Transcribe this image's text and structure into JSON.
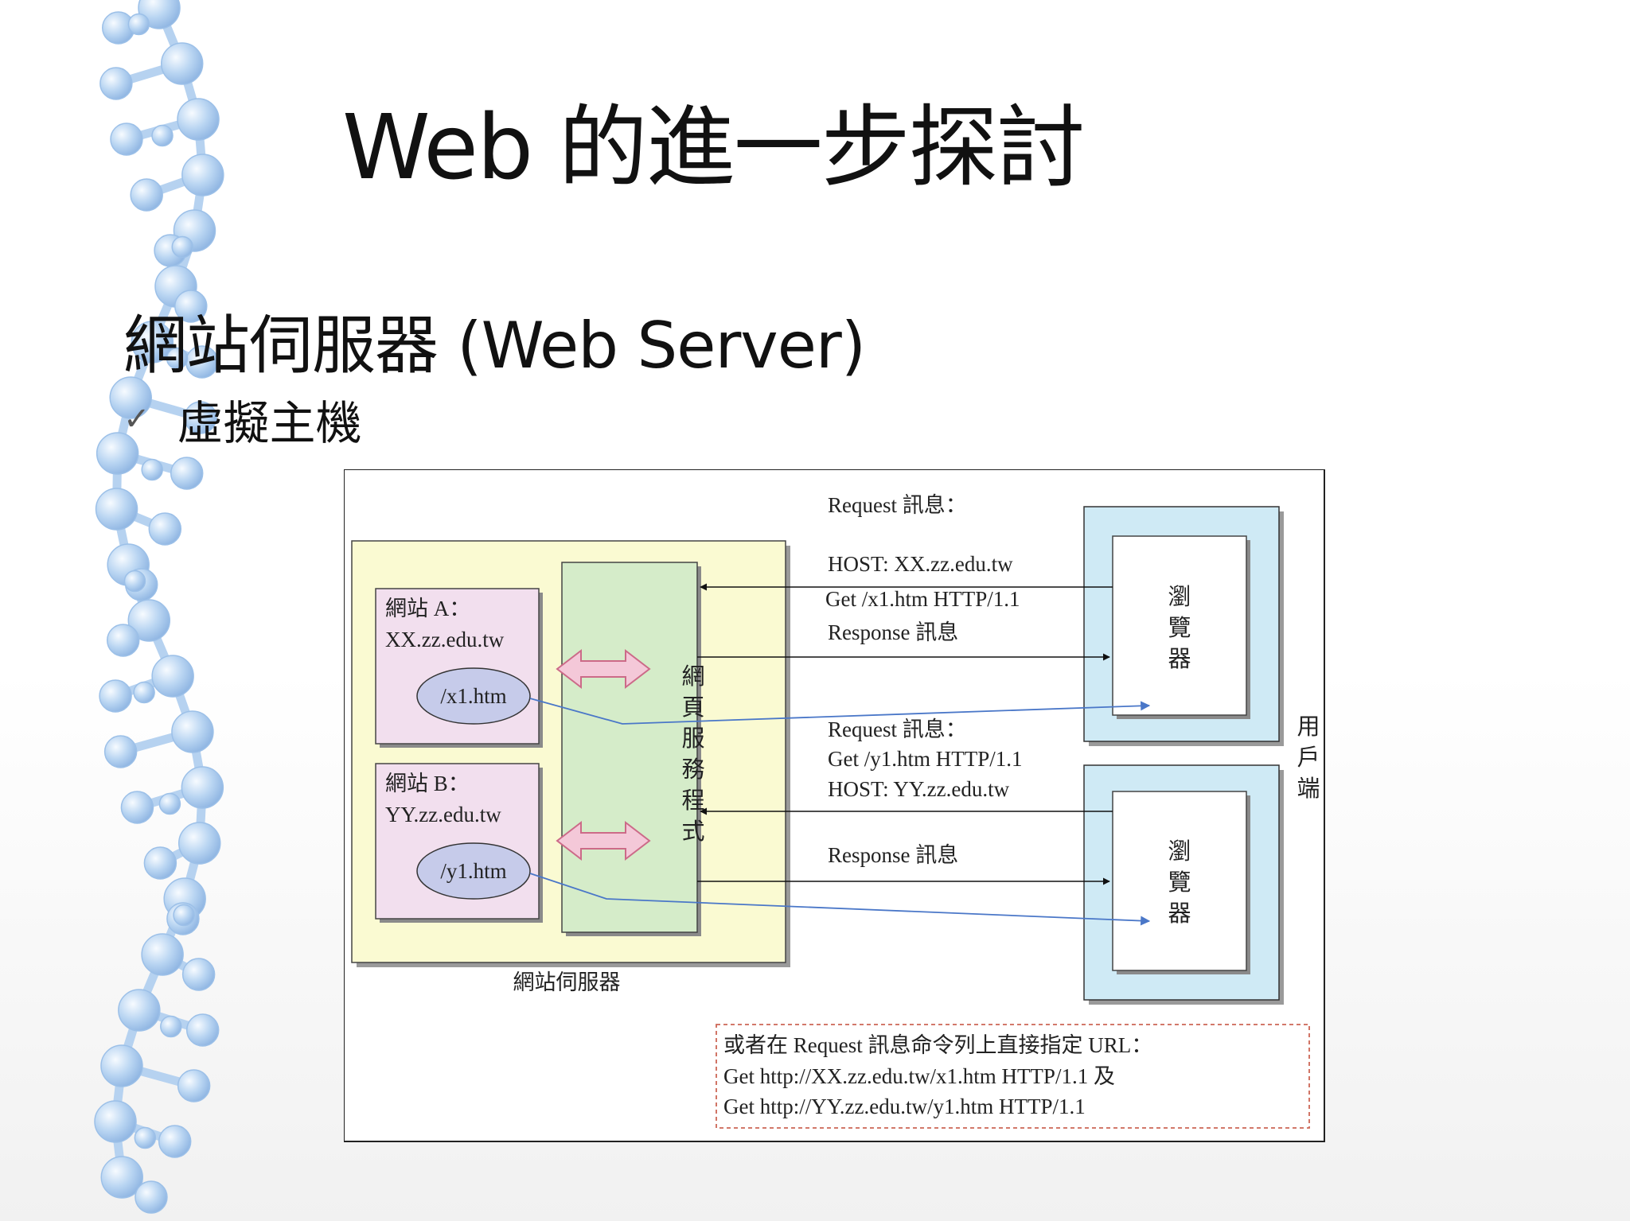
{
  "slide": {
    "title": "Web 的進一步探討",
    "bullet": "網站伺服器 (Web Server)",
    "sub_bullet": "虛擬主機",
    "check_glyph": "✓"
  },
  "diagram": {
    "server": {
      "caption": "網站伺服器",
      "site_a": {
        "label": "網站 A：",
        "host": "XX.zz.edu.tw",
        "file": "/x1.htm"
      },
      "site_b": {
        "label": "網站 B：",
        "host": "YY.zz.edu.tw",
        "file": "/y1.htm"
      },
      "web_service_chars": [
        "網",
        "頁",
        "服",
        "務",
        "程",
        "式"
      ]
    },
    "clients": {
      "browser_chars": [
        "瀏",
        "覽",
        "器"
      ],
      "group_chars": [
        "用",
        "戶",
        "端"
      ]
    },
    "exchange_1": {
      "request_label": "Request 訊息：",
      "host_line": "HOST: XX.zz.edu.tw",
      "get_line": "Get /x1.htm HTTP/1.1",
      "response_label": "Response 訊息"
    },
    "exchange_2": {
      "request_label": "Request 訊息：",
      "get_line": "Get /y1.htm HTTP/1.1",
      "host_line": "HOST: YY.zz.edu.tw",
      "response_label": "Response 訊息"
    },
    "note": {
      "line1": "或者在 Request 訊息命令列上直接指定 URL：",
      "line2": "Get http://XX.zz.edu.tw/x1.htm HTTP/1.1 及",
      "line3": "Get http://YY.zz.edu.tw/y1.htm HTTP/1.1"
    },
    "colors": {
      "server_fill": "#fafad2",
      "site_fill": "#f2dfee",
      "service_fill": "#d5ecc9",
      "client_fill": "#cfeaf5",
      "file_fill": "#c6cbea",
      "blue_flow": "#4a77c8",
      "note_border": "#cc6655"
    }
  }
}
